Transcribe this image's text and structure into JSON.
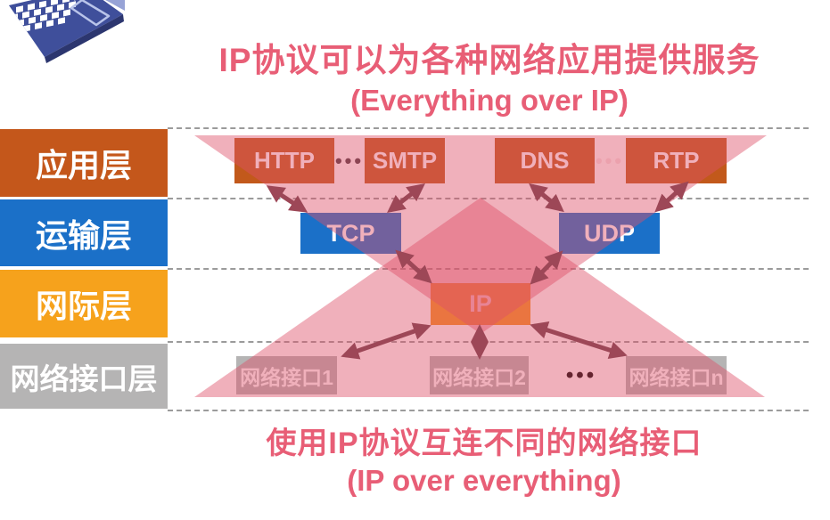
{
  "slide": {
    "title": {
      "line1": "IP协议可以为各种网络应用提供服务",
      "line2": "(Everything over IP)",
      "color": "#e85e76"
    },
    "caption": {
      "line1": "使用IP协议互连不同的网络接口",
      "line2": "(IP over everything)",
      "color": "#e85e76"
    }
  },
  "sidebar": {
    "layers": [
      {
        "label": "应用层",
        "color": "#c4571b"
      },
      {
        "label": "运输层",
        "color": "#1b70c8"
      },
      {
        "label": "网际层",
        "color": "#f6a21c"
      },
      {
        "label": "网络接口层",
        "color": "#b5b4b4"
      }
    ]
  },
  "diagram": {
    "app_protocols": [
      "HTTP",
      "SMTP",
      "DNS",
      "RTP"
    ],
    "transport_protocols": [
      "TCP",
      "UDP"
    ],
    "internet_protocol": "IP",
    "interfaces": [
      "网络接口1",
      "网络接口2",
      "网络接口n"
    ],
    "ellipsis": "•••",
    "colors": {
      "app_box": "#c2591b",
      "transport_box": "#1b70c8",
      "ip_box": "#f5941f",
      "interface_box": "#b5b4b4",
      "triangle": "rgba(221,80,105,0.45)",
      "arrow": "#9d4757",
      "dashed_line": "#9b9b9b",
      "box_label": "#ffffff",
      "ellipsis_dark": "#4a3b41",
      "ellipsis_light": "#f7e3e6"
    }
  },
  "icons": {
    "top_left": "laptop-keyboard"
  }
}
